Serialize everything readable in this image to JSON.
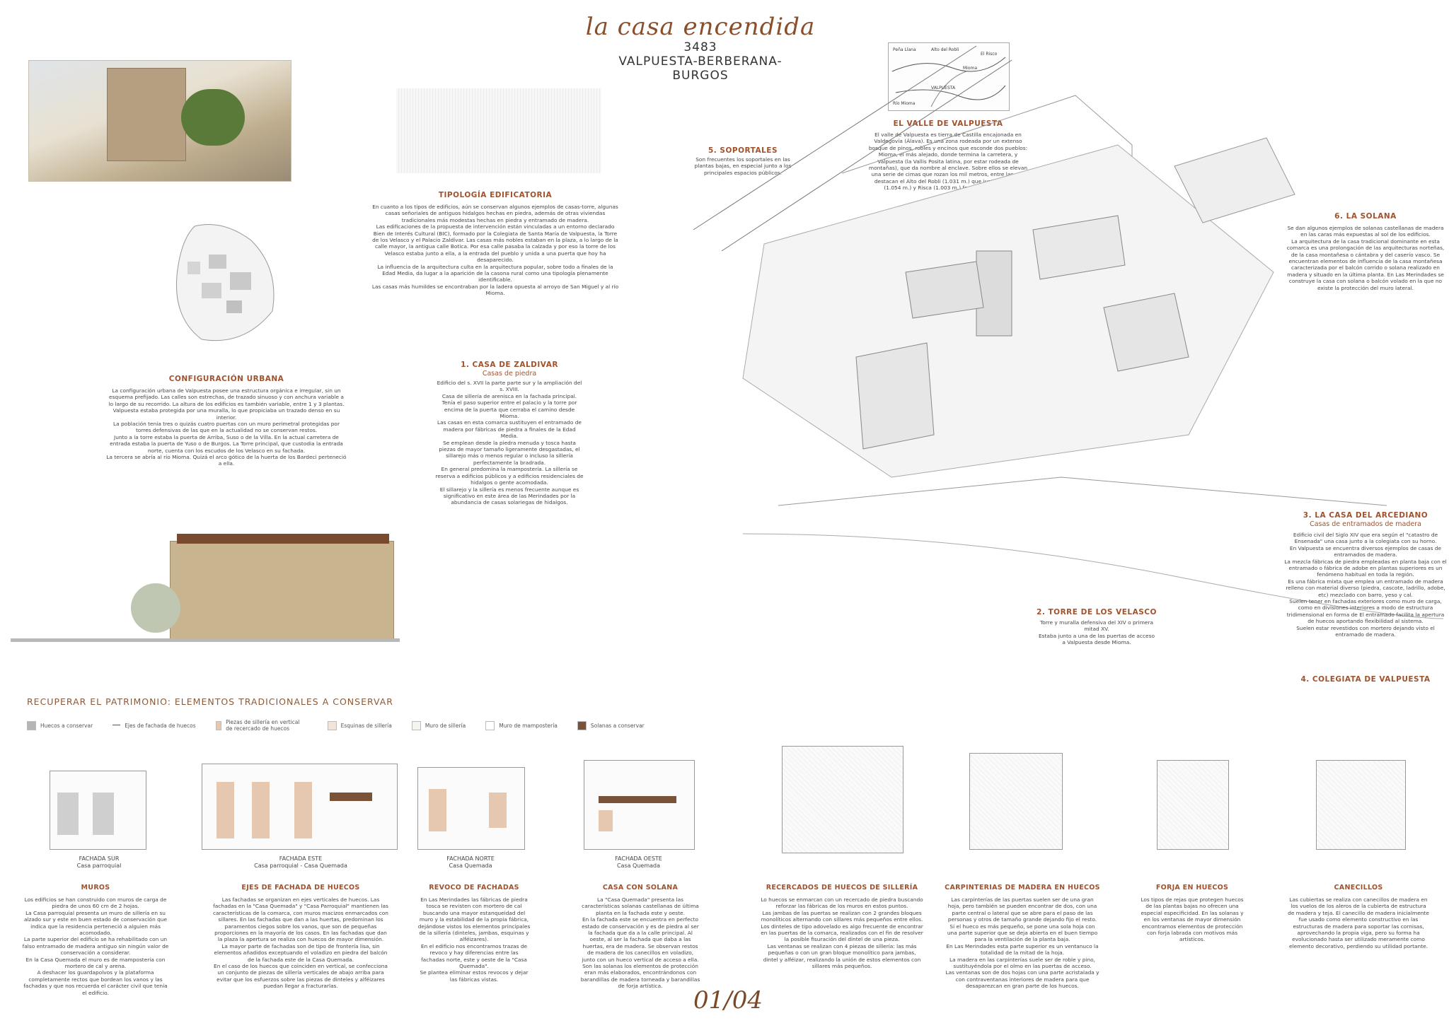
{
  "header": {
    "title": "la casa encendida",
    "code": "3483",
    "location": "VALPUESTA-BERBERANA-BURGOS"
  },
  "valle": {
    "title": "EL VALLE DE VALPUESTA",
    "text": "El valle de Valpuesta es tierra de Castilla encajonada en Valdegovía (Álava). Es una zona rodeada por un extenso bosque de pinos, robles y encinos que esconde dos pueblos: Mioma, el más alejado, donde termina la carretera, y Valpuesta (la Vallis Posita latina, por estar rodeada de montañas), que da nombre al enclave. Sobre ellos se elevan una serie de cimas que rozan los mil metros, entre las que destacan el Alto del Robli (1.031 m.) que junto con Peña (1.054 m.) y Risca (1.003 m.) forman los 'Tres R'.",
    "map_labels": [
      "Peña Llana",
      "Alto del Robli",
      "El Risco",
      "VALPUESTA",
      "Mioma",
      "Río Mioma"
    ]
  },
  "soportales": {
    "title": "5. SOPORTALES",
    "text": "Son frecuentes los soportales en las plantas bajas, en especial junto a los principales espacios públicos."
  },
  "tipologia": {
    "title": "TIPOLOGÍA EDIFICATORIA",
    "text": "En cuanto a los tipos de edificios, aún se conservan algunos ejemplos de casas-torre, algunas casas señoriales de antiguos hidalgos hechas en piedra, además de otras viviendas tradicionales más modestas hechas en piedra y entramado de madera.\nLas edificaciones de la propuesta de intervención están vinculadas a un entorno declarado Bien de Interés Cultural (BIC), formado por la Colegiata de Santa María de Valpuesta, la Torre de los Velasco y el Palacio Zaldívar. Las casas más nobles estaban en la plaza, a lo largo de la calle mayor, la antigua calle Botica. Por esa calle pasaba la calzada y por eso la torre de los Velasco estaba junto a ella, a la entrada del pueblo y unida a una puerta que hoy ha desaparecido.\nLa influencia de la arquitectura culta en la arquitectura popular, sobre todo a finales de la Edad Media, da lugar a la aparición de la casona rural como una tipología plenamente identificable.\nLas casas más humildes se encontraban por la ladera opuesta al arroyo de San Miguel y al río Mioma."
  },
  "configuracion": {
    "title": "CONFIGURACIÓN URBANA",
    "text": "La configuración urbana de Valpuesta posee una estructura orgánica e irregular, sin un esquema prefijado. Las calles son estrechas, de trazado sinuoso y con anchura variable a lo largo de su recorrido. La altura de los edificios es también variable, entre 1 y 3 plantas.\nValpuesta estaba protegida por una muralla, lo que propiciaba un trazado denso en su interior.\nLa población tenía tres o quizás cuatro puertas con un muro perimetral protegidas por torres defensivas de las que en la actualidad no se conservan restos.\nJunto a la torre estaba la puerta de Arriba, Suso o de la Villa. En la actual carretera de entrada estaba la puerta de Yuso o de Burgos. La Torre principal, que custodia la entrada norte, cuenta con los escudos de los Velasco en su fachada.\nLa tercera se abría al río Mioma. Quizá el arco gótico de la huerta de los Bardeci perteneció a ella."
  },
  "zaldivar": {
    "title": "1. CASA DE ZALDIVAR",
    "subtitle": "Casas de piedra",
    "text": "Edificio del s. XVII la parte parte sur y la ampliación del s. XVIII.\nCasa de sillería de arenisca en la fachada principal. Tenía el paso superior entre el palacio y la torre por encima de la puerta que cerraba el camino desde Mioma.\nLas casas en esta comarca sustituyen el entramado de madera por fábricas de piedra a finales de la Edad Media.\nSe emplean desde la piedra menuda y tosca hasta piezas de mayor tamaño ligeramente desgastadas, el sillarejo más o menos regular o incluso la sillería perfectamente la bradrada.\nEn general predomina la mampostería. La sillería se reserva a edificios públicos y a edificios residenciales de hidalgos o gente acomodada.\nEl sillarejo y la sillería es menos frecuente aunque es significativo en este área de las Merindades por la abundancia de casas solariegas de hidalgos."
  },
  "solana": {
    "title": "6. LA SOLANA",
    "text": "Se dan algunos ejemplos de solanas castellanas de madera en las caras más expuestas al sol de los edificios.\nLa arquitectura de la casa tradicional dominante en esta comarca es una prolongación de las arquitecturas norteñas, de la casa montañesa o cántabra y del caserío vasco. Se encuentran elementos de influencia de la casa montañesa caracterizada por el balcón corrido o solana realizado en madera y situado en la última planta. En Las Merindades se construye la casa con solana o balcón volado en la que no existe la protección del muro lateral."
  },
  "arcediano": {
    "title": "3. LA CASA DEL ARCEDIANO",
    "subtitle": "Casas de entramados de madera",
    "text": "Edificio civil del Siglo XIV que era según el \"catastro de Ensenada\" una casa junto a la colegiata con su horno.\nEn Valpuesta se encuentra diversos ejemplos de casas de entramados de madera.\nLa mezcla fábricas de piedra empleadas en planta baja con el entramado o fábrica de adobe en plantas superiores es un fenómeno habitual en toda la región.\nEs una fábrica mixta que emplea un entramado de madera relleno con material diverso (piedra, cascote, ladrillo, adobe, etc) mezclado con barro, yeso y cal.\nSuelen tener en fachadas exteriores como muro de carga, como en divisiones interiores a modo de estructura tridimensional en forma de El entramado facilita la apertura de huecos aportando flexibilidad al sistema.\nSuelen estar revestidos con mortero dejando visto el entramado de madera."
  },
  "colegiata": {
    "title": "4. COLEGIATA DE VALPUESTA"
  },
  "velasco": {
    "title": "2. TORRE DE LOS VELASCO",
    "text": "Torre y muralla defensiva del XIV o primera mitad XV.\nEstaba junto a una de las puertas de acceso a Valpuesta desde Mioma."
  },
  "patrimonio": {
    "title": "RECUPERAR EL PATRIMONIO:   ELEMENTOS TRADICIONALES A CONSERVAR"
  },
  "legend": [
    {
      "label": "Huecos a conservar",
      "color": "#b5b5b5"
    },
    {
      "label": "Ejes de fachada de huecos",
      "color": "#ffffff"
    },
    {
      "label": "Piezas de sillería en vertical de recercado de huecos",
      "color": "#e6c8b0"
    },
    {
      "label": "Esquinas de sillería",
      "color": "#f2e4d8"
    },
    {
      "label": "Muro de sillería",
      "color": "#f7f3ee"
    },
    {
      "label": "Muro de mampostería",
      "color": "#ffffff"
    },
    {
      "label": "Solanas a conservar",
      "color": "#7a5238"
    }
  ],
  "facades": [
    {
      "caption_1": "FACHADA SUR",
      "caption_2": "Casa parroquial"
    },
    {
      "caption_1": "FACHADA ESTE",
      "caption_2": "Casa parroquial - Casa Quemada"
    },
    {
      "caption_1": "FACHADA NORTE",
      "caption_2": "Casa Quemada"
    },
    {
      "caption_1": "FACHADA OESTE",
      "caption_2": "Casa Quemada"
    }
  ],
  "bottom": [
    {
      "title": "MUROS",
      "text": "Los edificios se han construido con muros de carga de piedra de unos 60 cm de 2 hojas.\nLa Casa parroquial presenta un muro de sillería en su alzado sur y este en buen estado de conservación que indica que la residencia perteneció a alguien más acomodado.\nLa parte superior del edificio se ha rehabilitado con un falso entramado de madera antiguo sin ningún valor de conservación a considerar.\nEn la Casa Quemada el muro es de mampostería con mortero de cal y arena.\nA deshacer los guardapolvos y la plataforma completamente rectos que bordean los vanos y las fachadas y que nos recuerda el carácter civil que tenía el edificio."
    },
    {
      "title": "EJES DE FACHADA  DE HUECOS",
      "text": "Las fachadas se organizan en ejes verticales de huecos. Las fachadas en la \"Casa Quemada\" y \"Casa Parroquial\" mantienen las características de la comarca, con muros macizos enmarcados con sillares. En las fachadas que dan a las huertas, predominan los paramentos ciegos sobre los vanos, que son de pequeñas proporciones en la mayoría de los casos. En las fachadas que dan la plaza la apertura se realiza con huecos de mayor dimensión.\nLa mayor parte de fachadas son de tipo de frontería lisa, sin elementos añadidos exceptuando el voladizo en piedra del balcón de la fachada este de la Casa Quemada.\nEn el caso de los huecos que coinciden en vertical, se confecciona un conjunto de piezas de sillería verticales de abajo arriba para evitar que los esfuerzos sobre las piezas de dinteles y alféizares puedan llegar a fracturarlas."
    },
    {
      "title": "REVOCO DE FACHADAS",
      "text": "En Las Merindades las fábricas de piedra tosca se revisten con mortero de cal buscando una mayor estanqueidad del muro y la estabilidad de la propia fábrica, dejándose vistos los elementos principales de la sillería (dinteles, jambas, esquinas y alféizares).\nEn el edificio nos encontramos trazas de revoco y hay diferencias entre las fachadas norte, este y oeste de la \"Casa Quemada\".\nSe plantea eliminar estos revocos y dejar las fábricas vistas."
    },
    {
      "title": "CASA CON SOLANA",
      "text": "La \"Casa Quemada\" presenta las características solanas castellanas de última planta en la fachada este y oeste.\nEn la fachada este se encuentra en perfecto estado de conservación y es de piedra al ser la fachada que da a la calle principal. Al oeste, al ser la fachada que daba a las huertas, era de madera. Se observan restos de madera de los canecillos en voladizo, junto con un hueco vertical de acceso a ella.\nSon las solanas los elementos de protección eran más elaborados, encontrándonos con barandillas de madera torneada y barandillas de forja artística."
    },
    {
      "title": "RECERCADOS DE HUECOS DE SILLERÍA",
      "text": "Lo huecos se enmarcan con un recercado de piedra buscando reforzar las fábricas de los muros en estos puntos.\nLas jambas de las puertas se realizan con 2 grandes bloques monolíticos alternando con sillares más pequeños entre ellos.\nLos dinteles de tipo adovelado es algo frecuente de encontrar en las puertas de la comarca, realizados con el fin de resolver la posible fisuración del dintel de una pieza.\nLas ventanas se realizan con 4 piezas de sillería: las más pequeñas o con un gran bloque monolítico para jambas, dintel y alféizar, realizando la unión de estos elementos con sillares más pequeños."
    },
    {
      "title": "CARPINTERIAS DE MADERA EN HUECOS",
      "text": "Las carpinterías de las puertas suelen ser de una gran hoja, pero también se pueden encontrar de dos, con una parte central o lateral que se abre para el paso de las personas y otros de tamaño grande dejando fijo el resto.\nSi el hueco es más pequeño, se pone una sola hoja con una parte superior que se deja abierta en el buen tiempo para la ventilación de la planta baja.\nEn Las Merindades esta parte superior es un ventanuco la totalidad de la mitad de la hoja.\nLa madera en las carpinterías suele ser de roble y pino, sustituyéndola por el olmo en las puertas de acceso.\nLas ventanas son de dos hojas con una parte acristalada y con contraventanas interiores de madera para que desaparezcan en gran parte de los huecos."
    },
    {
      "title": "FORJA EN HUECOS",
      "text": "Los tipos de rejas que protegen huecos de las plantas bajas no ofrecen una especial especificidad. En las solanas y en los ventanas de mayor dimensión encontramos elementos de protección con forja labrada con motivos más artísticos."
    },
    {
      "title": "CANECILLOS",
      "text": "Las cubiertas se realiza con canecillos de madera en los vuelos de los aleros de la cubierta de estructura de madera y teja. El canecillo de madera inicialmente fue usado como elemento constructivo en las estructuras de madera para soportar las cornisas, aprovechando la propia viga, pero su forma ha evolucionado hasta ser utilizado meramente como elemento decorativo, perdiendo su utilidad portante."
    }
  ],
  "page_number": "01/04"
}
